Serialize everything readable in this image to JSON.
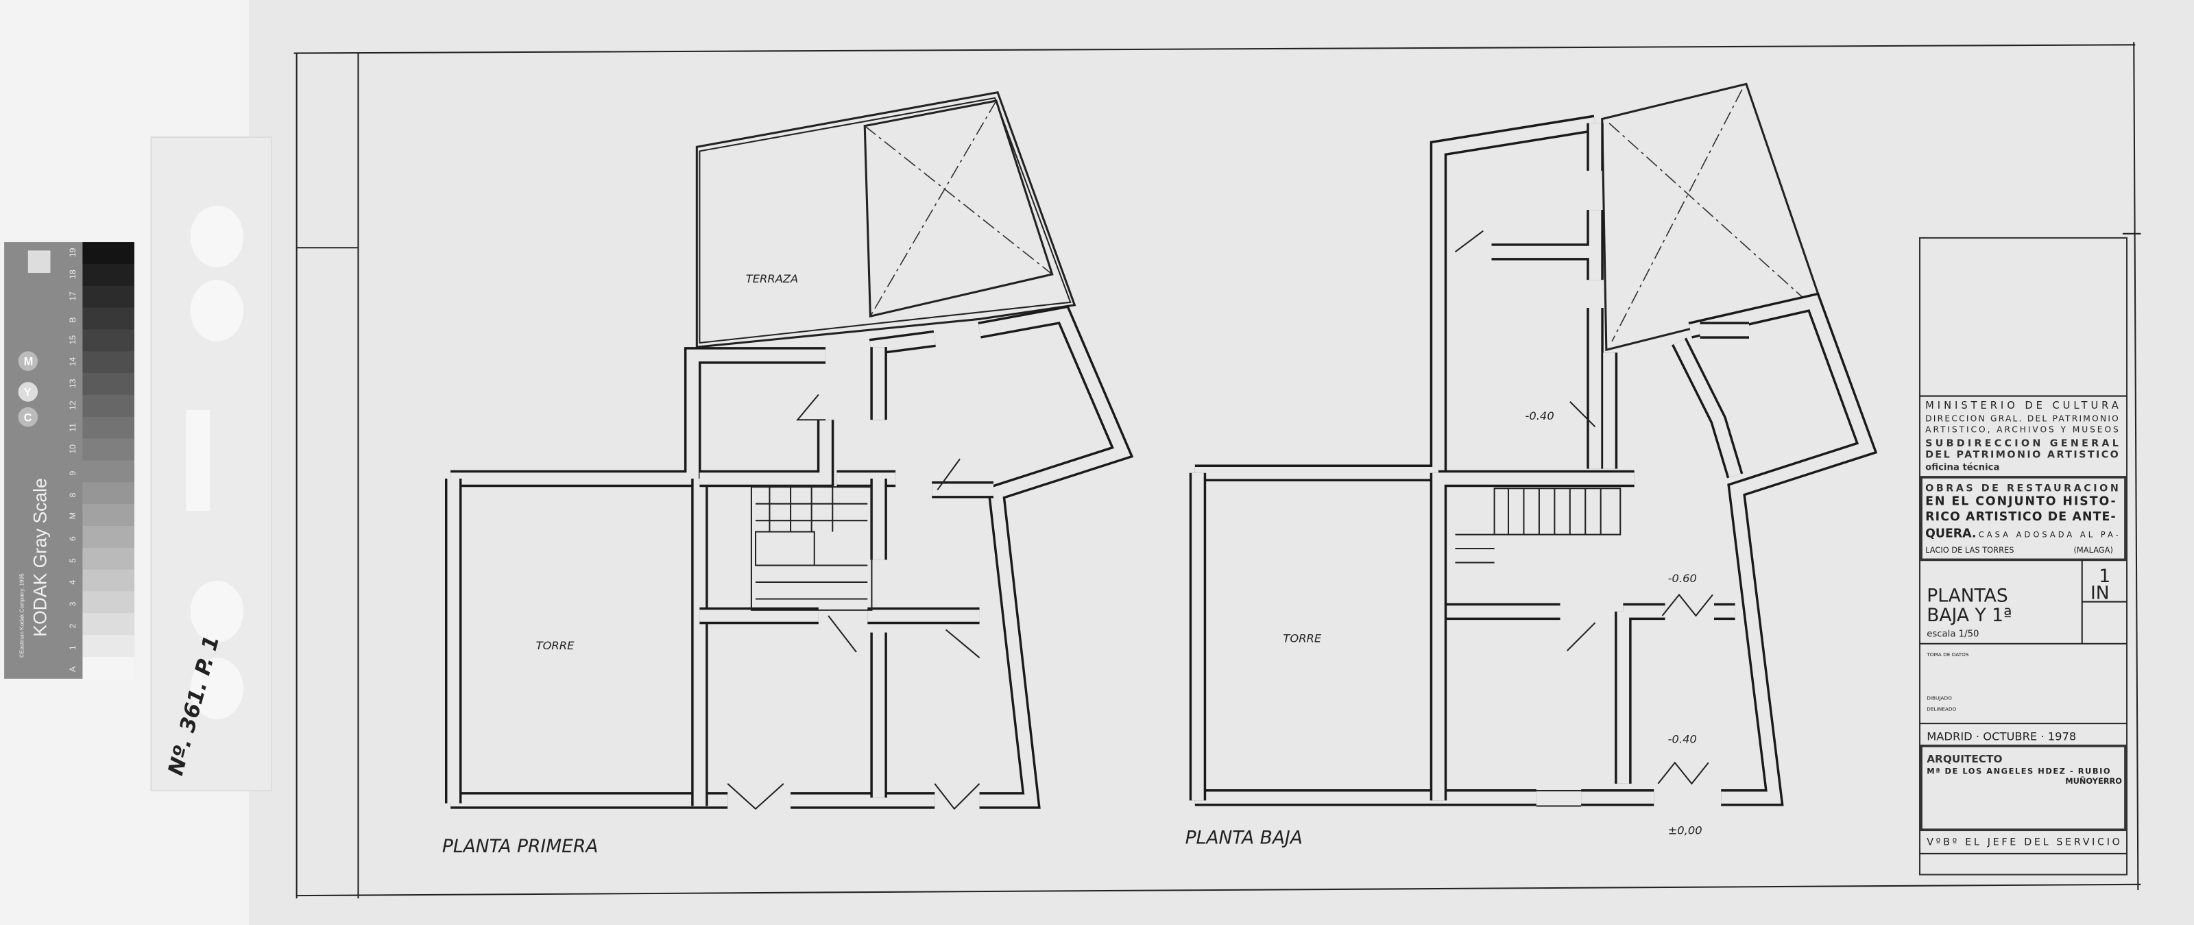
{
  "colors": {
    "paper": "#e8e8e8",
    "ink": "#1a1a1a",
    "margin": "#f2f2f2"
  },
  "gray_scale_card": {
    "brand": "KODAK Gray Scale",
    "copyright": "©Eastman Kodak Company, 1995",
    "patch_labels": [
      "A",
      "1",
      "2",
      "3",
      "4",
      "5",
      "6",
      "M",
      "8",
      "9",
      "10",
      "11",
      "12",
      "13",
      "14",
      "15",
      "B",
      "17",
      "18",
      "19"
    ],
    "color_dots": [
      "C",
      "Y",
      "M"
    ]
  },
  "archive_mark": "Nº. 361. P. 1",
  "plans": {
    "first_floor": {
      "title": "PLANTA PRIMERA",
      "labels": {
        "terrace": "TERRAZA",
        "tower": "TORRE"
      }
    },
    "ground_floor": {
      "title": "PLANTA BAJA",
      "labels": {
        "tower": "TORRE"
      },
      "levels": [
        "-0.40",
        "-0.60",
        "-0.40",
        "±0,00"
      ]
    }
  },
  "title_block": {
    "ministry": "MINISTERIO  DE  CULTURA",
    "direction_1": "DIRECCION GRAL. DEL PATRIMONIO",
    "direction_2": "ARTISTICO, ARCHIVOS Y MUSEOS",
    "subdirection_1": "SUBDIRECCION  GENERAL",
    "subdirection_2": "DEL PATRIMONIO  ARTISTICO",
    "office": "oficina técnica",
    "project_1": "OBRAS DE RESTAURACION",
    "project_2": "EN EL CONJUNTO  HISTO-",
    "project_3": "RICO ARTISTICO DE ANTE-",
    "project_4a": "QUERA.",
    "project_4b": "CASA ADOSADA AL PA-",
    "project_5a": "LACIO DE LAS TORRES",
    "project_5b": "(MALAGA)",
    "sheet_title_1": "PLANTAS",
    "sheet_title_2": "BAJA Y 1ª",
    "scale": "escala 1/50",
    "sheet_number": "1",
    "sheet_code": "IN",
    "data_collection": "TOMA DE DATOS",
    "drawn": "DIBUJADO",
    "delineated": "DELINEADO",
    "place_date": "MADRID · OCTUBRE · 1978",
    "architect_label": "ARQUITECTO",
    "architect_name_1": "Mª DE LOS ANGELES   HDEZ - RUBIO",
    "architect_name_2": "MUÑOYERRO",
    "approval": "VºBº  EL  JEFE  DEL  SERVICIO"
  }
}
